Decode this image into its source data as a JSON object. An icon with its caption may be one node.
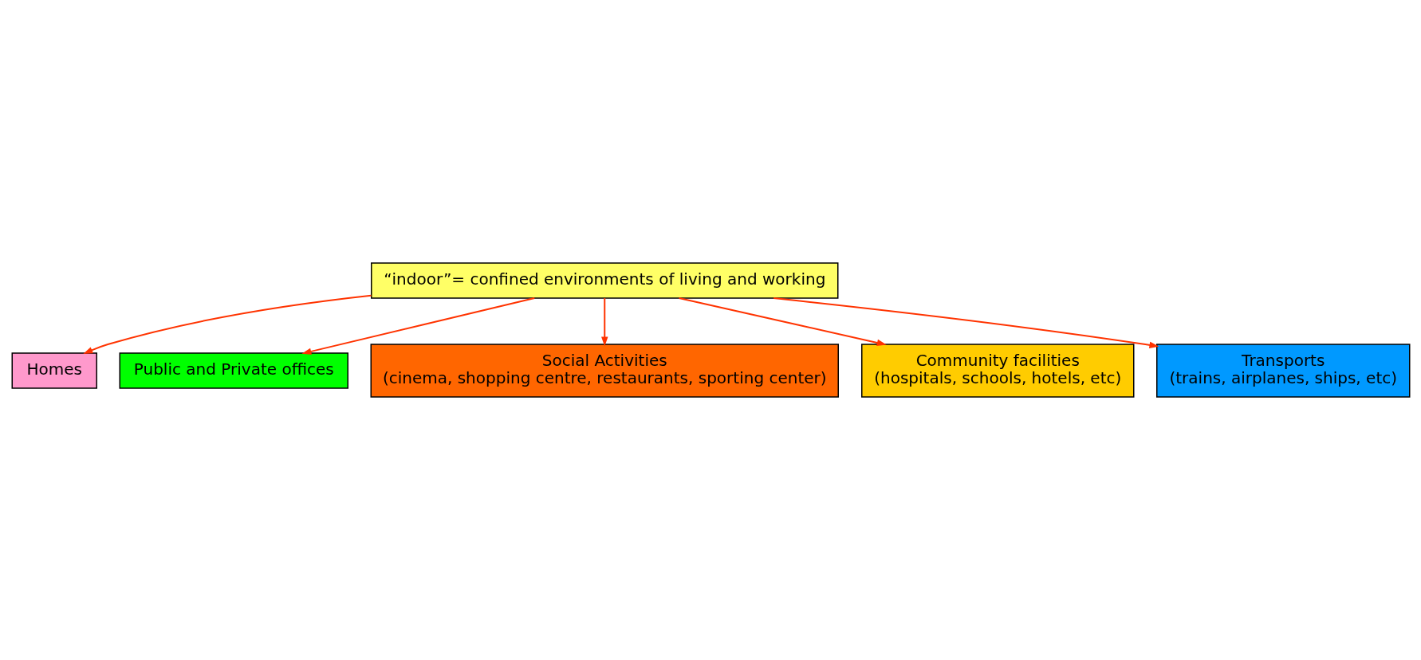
{
  "diagram": {
    "nodes": [
      {
        "text": [
          "“indoor”= confined environments of living and working"
        ]
      },
      {
        "text": [
          "Homes"
        ]
      },
      {
        "text": [
          "Public and Private offices"
        ]
      },
      {
        "text": [
          "Social Activities",
          "(cinema, shopping centre, restaurants, sporting center)"
        ]
      },
      {
        "text": [
          "Community facilities",
          "(hospitals, schools, hotels, etc)"
        ]
      },
      {
        "text": [
          "Transports",
          "(trains, airplanes, ships, etc)"
        ]
      }
    ],
    "edges": [
      {
        "from": 0,
        "to": 1,
        "arrow": "to"
      },
      {
        "from": 0,
        "to": 2,
        "arrow": "to"
      },
      {
        "from": 0,
        "to": 3,
        "arrow": "to"
      },
      {
        "from": 0,
        "to": 4,
        "arrow": "to"
      },
      {
        "from": 0,
        "to": 5,
        "arrow": "to"
      }
    ]
  }
}
